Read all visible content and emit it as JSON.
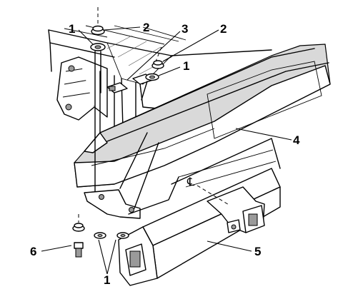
{
  "callouts": {
    "fastener_1_top": "1",
    "fastener_2_top": "2",
    "fastener_3": "3",
    "fastener_2_right": "2",
    "fastener_1_right": "1",
    "bumper_4": "4",
    "hitch_5": "5",
    "bolt_6": "6",
    "fastener_1_bottom": "1"
  },
  "colors": {
    "line": "#000000",
    "shade": "#d9d9d9",
    "background": "#ffffff"
  }
}
